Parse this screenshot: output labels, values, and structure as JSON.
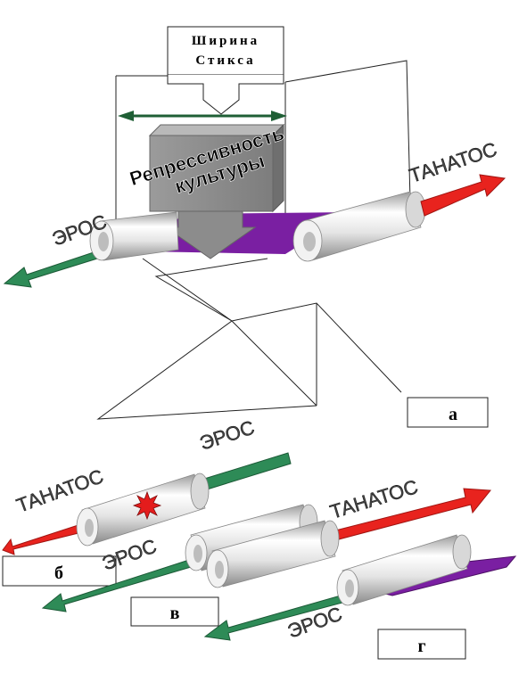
{
  "stix_box": {
    "line1": "Ширина",
    "line2": "Стикса"
  },
  "repression": {
    "line1": "Репрессивность",
    "line2": "культуры"
  },
  "labels": {
    "eros_a": "ЭРОС",
    "thanatos_a": "ТАНАТОС",
    "eros_b": "ЭРОС",
    "thanatos_b": "ТАНАТОС",
    "eros_v": "ЭРОС",
    "thanatos_v": "ТАНАТОС",
    "eros_g": "ЭРОС"
  },
  "panels": {
    "a": "а",
    "b": "б",
    "v": "в",
    "g": "г"
  },
  "colors": {
    "eros": "#2e8b57",
    "thanatos": "#e8231e",
    "membrane": "#7a1fa2",
    "press": "#8c8c8c",
    "explosion": "#e41c1c"
  }
}
